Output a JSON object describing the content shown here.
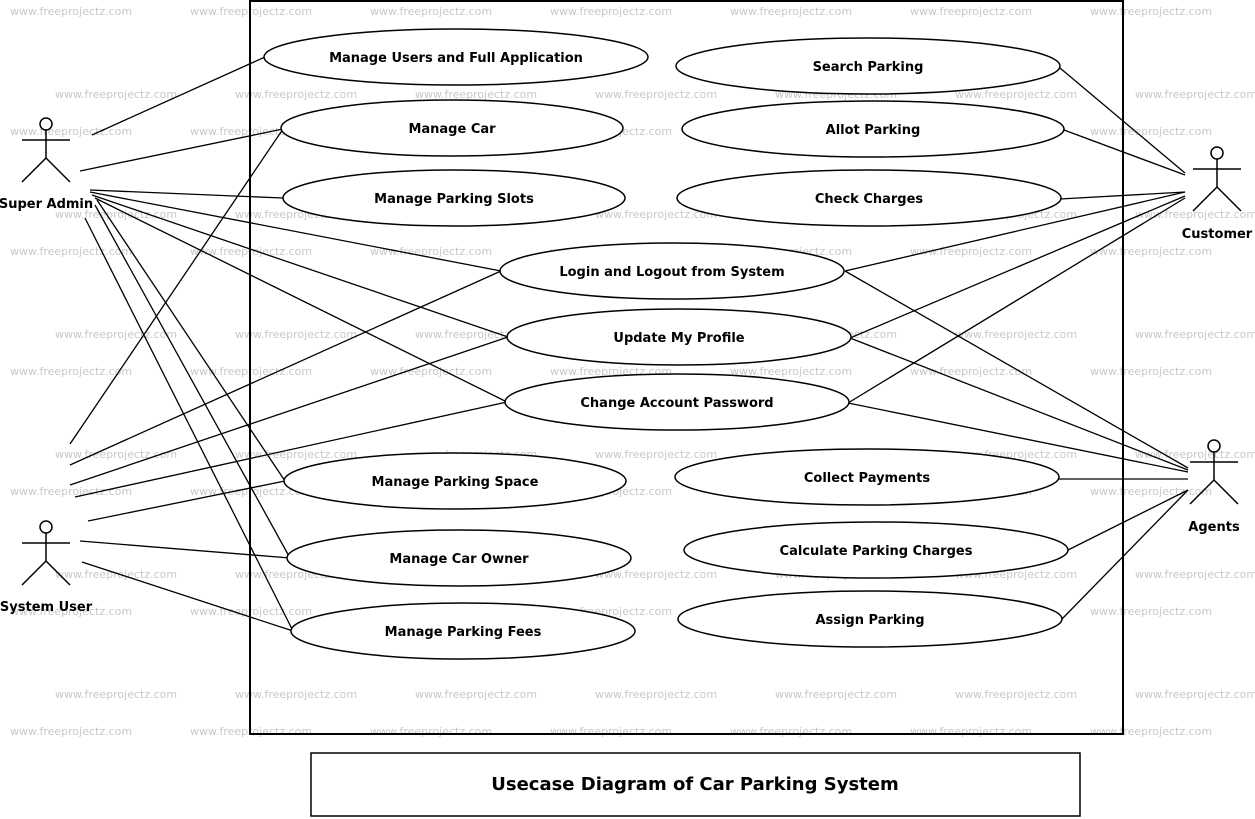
{
  "diagram": {
    "title": "Usecase Diagram of Car Parking System",
    "watermark": "www.freeprojectz.com",
    "actors": [
      {
        "id": "super_admin",
        "label": "Super Admin"
      },
      {
        "id": "system_user",
        "label": "System User"
      },
      {
        "id": "customer",
        "label": "Customer"
      },
      {
        "id": "agents",
        "label": "Agents"
      }
    ],
    "use_cases": [
      {
        "id": "manage_users",
        "label": "Manage Users and Full Application"
      },
      {
        "id": "manage_car",
        "label": "Manage Car"
      },
      {
        "id": "manage_slots",
        "label": "Manage Parking Slots"
      },
      {
        "id": "search_parking",
        "label": "Search Parking"
      },
      {
        "id": "allot_parking",
        "label": "Allot Parking"
      },
      {
        "id": "check_charges",
        "label": "Check Charges"
      },
      {
        "id": "login_logout",
        "label": "Login and Logout from System"
      },
      {
        "id": "update_profile",
        "label": "Update My Profile"
      },
      {
        "id": "change_password",
        "label": "Change Account Password"
      },
      {
        "id": "manage_space",
        "label": "Manage Parking Space"
      },
      {
        "id": "manage_owner",
        "label": "Manage Car Owner"
      },
      {
        "id": "manage_fees",
        "label": "Manage Parking Fees"
      },
      {
        "id": "collect_payments",
        "label": "Collect Payments"
      },
      {
        "id": "calc_charges",
        "label": "Calculate Parking Charges"
      },
      {
        "id": "assign_parking",
        "label": "Assign Parking"
      }
    ],
    "associations": [
      [
        "super_admin",
        "manage_users"
      ],
      [
        "super_admin",
        "manage_car"
      ],
      [
        "super_admin",
        "manage_slots"
      ],
      [
        "super_admin",
        "login_logout"
      ],
      [
        "super_admin",
        "update_profile"
      ],
      [
        "super_admin",
        "change_password"
      ],
      [
        "super_admin",
        "manage_space"
      ],
      [
        "super_admin",
        "manage_owner"
      ],
      [
        "super_admin",
        "manage_fees"
      ],
      [
        "system_user",
        "manage_car"
      ],
      [
        "system_user",
        "login_logout"
      ],
      [
        "system_user",
        "update_profile"
      ],
      [
        "system_user",
        "change_password"
      ],
      [
        "system_user",
        "manage_space"
      ],
      [
        "system_user",
        "manage_owner"
      ],
      [
        "system_user",
        "manage_fees"
      ],
      [
        "customer",
        "search_parking"
      ],
      [
        "customer",
        "allot_parking"
      ],
      [
        "customer",
        "check_charges"
      ],
      [
        "customer",
        "login_logout"
      ],
      [
        "customer",
        "update_profile"
      ],
      [
        "customer",
        "change_password"
      ],
      [
        "agents",
        "login_logout"
      ],
      [
        "agents",
        "update_profile"
      ],
      [
        "agents",
        "change_password"
      ],
      [
        "agents",
        "collect_payments"
      ],
      [
        "agents",
        "calc_charges"
      ],
      [
        "agents",
        "assign_parking"
      ]
    ]
  }
}
